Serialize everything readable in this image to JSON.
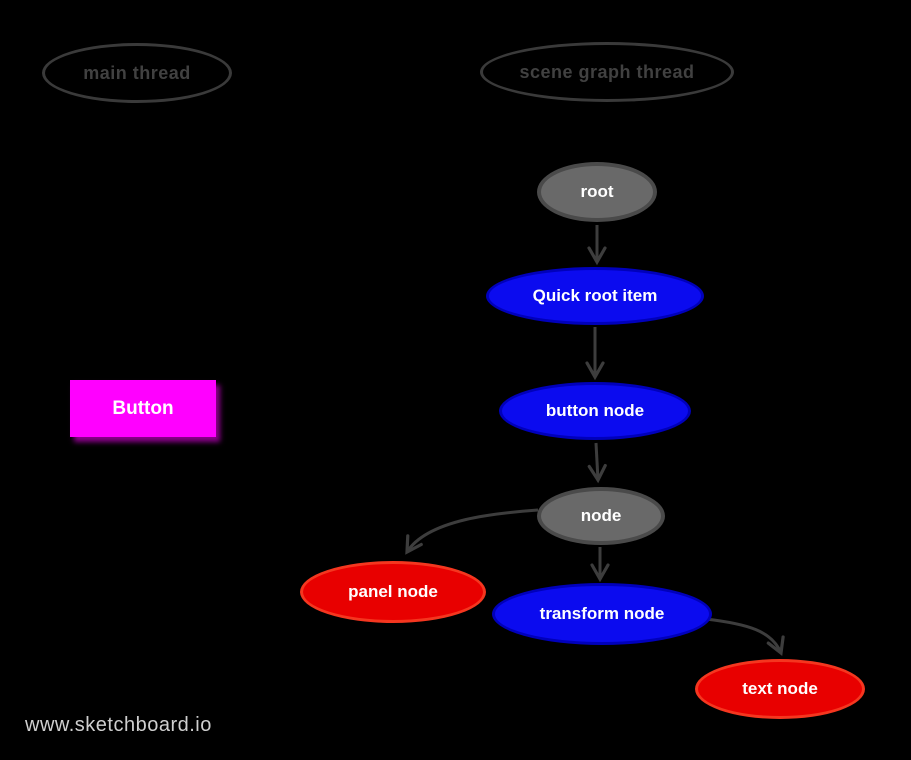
{
  "canvas": {
    "background": "#000000",
    "watermark": "www.sketchboard.io"
  },
  "colors": {
    "bg": "#000000",
    "outline_stroke": "#3a3a3a",
    "outline_text": "#414141",
    "arrow": "#3d3d3d",
    "gray_fill": "#696969",
    "gray_border": "#4a4a4a",
    "blue_fill": "#0b0bef",
    "blue_border": "#0000bb",
    "red_fill": "#e80000",
    "red_border": "#f5361f",
    "magenta_fill": "#ff00ff",
    "node_text": "#ffffff",
    "watermark_text": "#cfcfcf"
  },
  "lanes": [
    {
      "id": "main-thread",
      "label": "main thread"
    },
    {
      "id": "scene-graph-thread",
      "label": "scene graph thread"
    }
  ],
  "nodes": [
    {
      "id": "root",
      "label": "root",
      "color": "gray"
    },
    {
      "id": "quick-root-item",
      "label": "Quick root item",
      "color": "blue"
    },
    {
      "id": "button-node",
      "label": "button node",
      "color": "blue"
    },
    {
      "id": "node",
      "label": "node",
      "color": "gray"
    },
    {
      "id": "panel-node",
      "label": "panel node",
      "color": "red"
    },
    {
      "id": "transform-node",
      "label": "transform node",
      "color": "blue"
    },
    {
      "id": "text-node",
      "label": "text node",
      "color": "red"
    }
  ],
  "edges": [
    {
      "from": "root",
      "to": "quick-root-item"
    },
    {
      "from": "quick-root-item",
      "to": "button-node"
    },
    {
      "from": "button-node",
      "to": "node"
    },
    {
      "from": "node",
      "to": "panel-node"
    },
    {
      "from": "node",
      "to": "transform-node"
    },
    {
      "from": "transform-node",
      "to": "text-node"
    }
  ],
  "button": {
    "label": "Button"
  }
}
